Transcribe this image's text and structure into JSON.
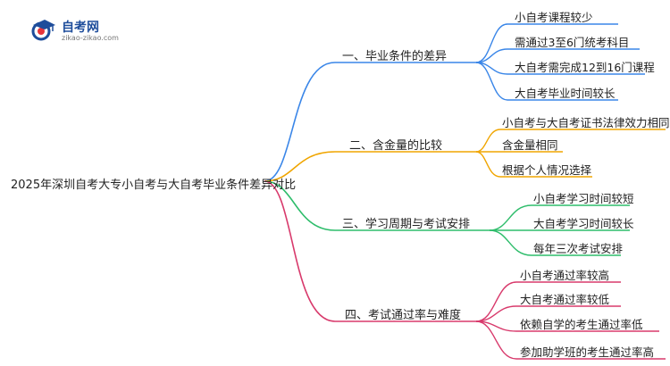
{
  "logo": {
    "title": "自考网",
    "subtitle": "zikao-zikao.com",
    "icon": "graduation-cap-icon"
  },
  "mindmap": {
    "root": "2025年深圳自考大专小自考与大自考毕业条件差异对比",
    "branches": [
      {
        "label": "一、毕业条件的差异",
        "color": "#3a86e8",
        "leaves": [
          "小自考课程较少",
          "需通过3至6门统考科目",
          "大自考需完成12到16门课程",
          "大自考毕业时间较长"
        ]
      },
      {
        "label": "二、含金量的比较",
        "color": "#f0a500",
        "leaves": [
          "小自考与大自考证书法律效力相同",
          "含金量相同",
          "根据个人情况选择"
        ]
      },
      {
        "label": "三、学习周期与考试安排",
        "color": "#2ebd6b",
        "leaves": [
          "小自考学习时间较短",
          "大自考学习时间较长",
          "每年三次考试安排"
        ]
      },
      {
        "label": "四、考试通过率与难度",
        "color": "#d83a6c",
        "leaves": [
          "小自考通过率较高",
          "大自考通过率较低",
          "依赖自学的考生通过率低",
          "参加助学班的考生通过率高"
        ]
      }
    ]
  }
}
